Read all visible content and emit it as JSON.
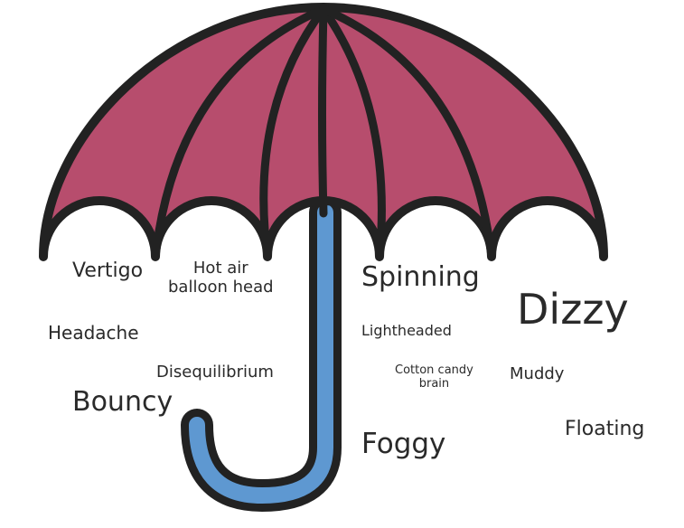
{
  "colors": {
    "canopy": "#b74d6d",
    "handle": "#5e98d1",
    "outline": "#222222",
    "text": "#2a2a2a"
  },
  "words": {
    "vertigo": "Vertigo",
    "hot_air_line1": "Hot air",
    "hot_air_line2": "balloon head",
    "spinning": "Spinning",
    "dizzy": "Dizzy",
    "headache": "Headache",
    "lightheaded": "Lightheaded",
    "disequilibrium": "Disequilibrium",
    "cotton_line1": "Cotton candy",
    "cotton_line2": "brain",
    "muddy": "Muddy",
    "bouncy": "Bouncy",
    "floating": "Floating",
    "foggy": "Foggy"
  }
}
